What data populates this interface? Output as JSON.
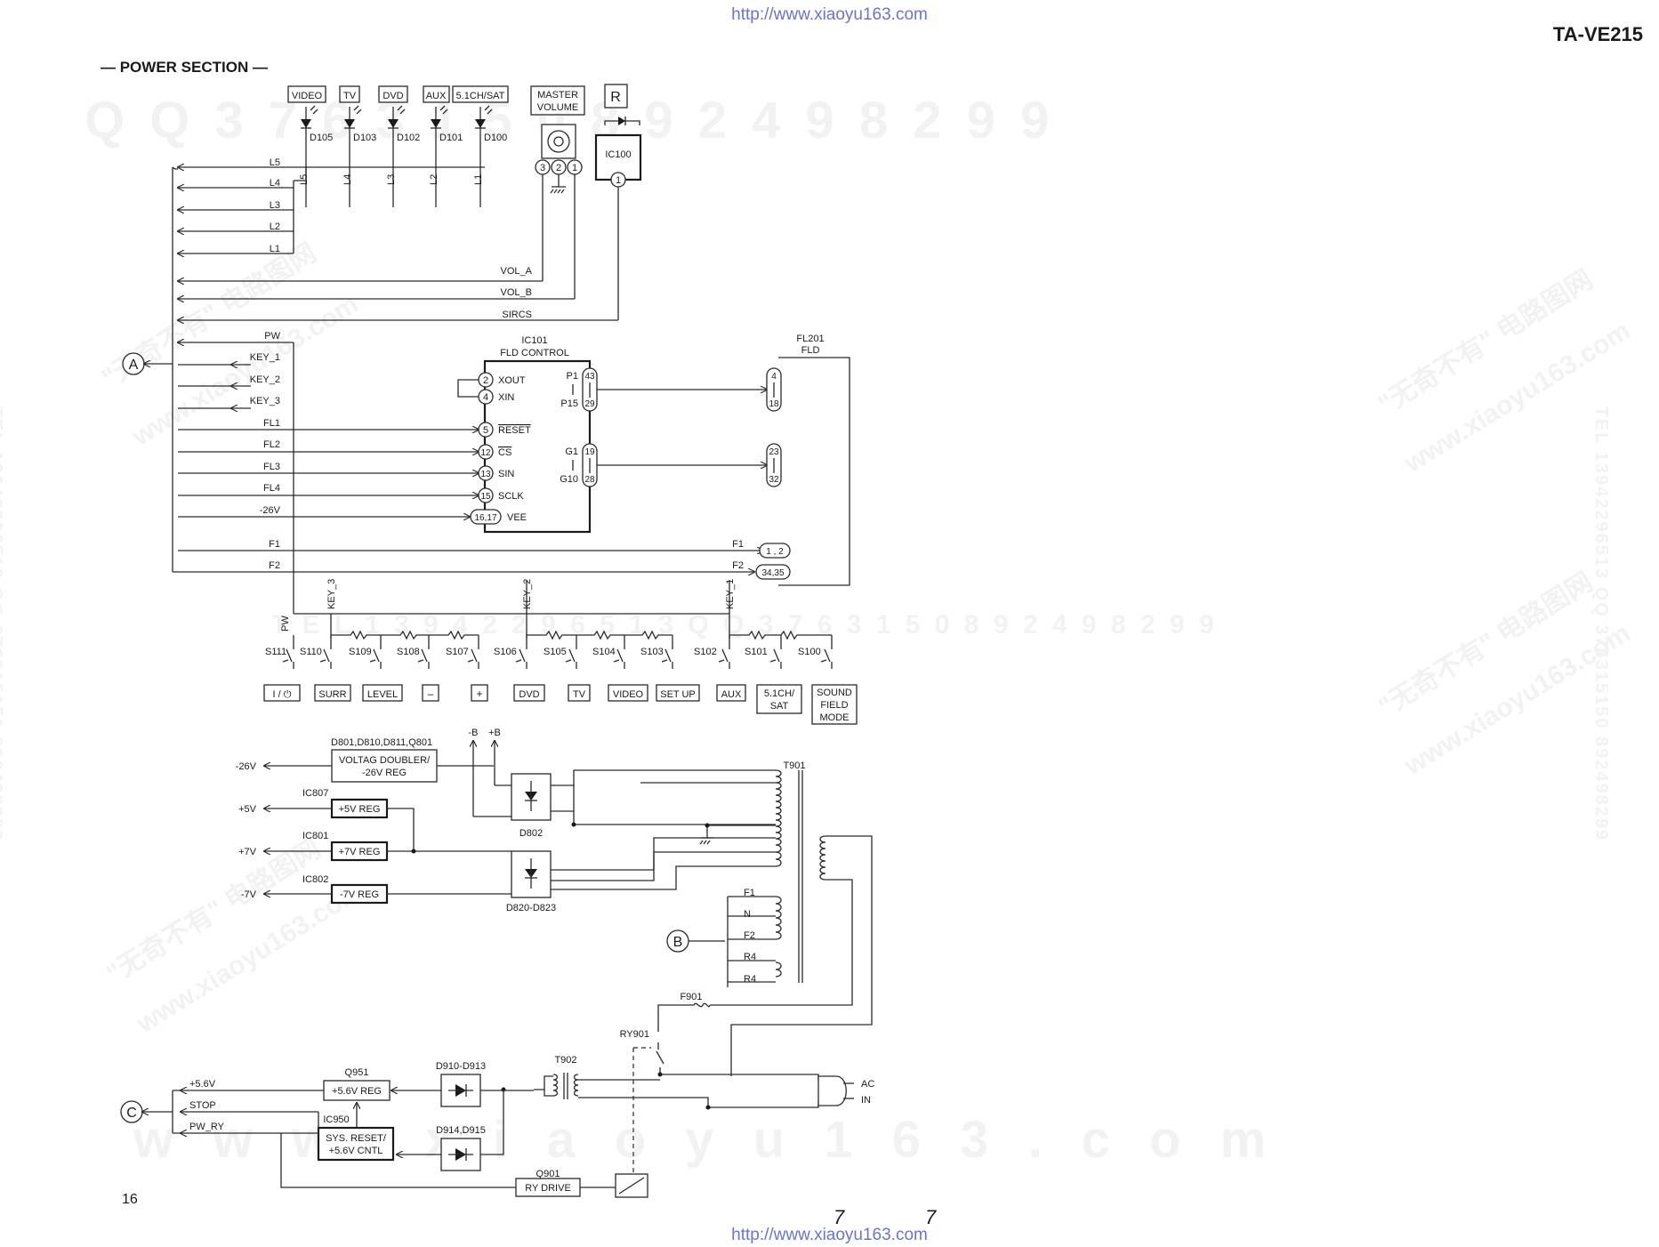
{
  "header": {
    "url": "http://www.xiaoyu163.com",
    "model": "TA-VE215"
  },
  "section_title": "— POWER SECTION —",
  "footer": {
    "page_number": "16",
    "mark": "7",
    "url": "http://www.xiaoyu163.com"
  },
  "watermarks": {
    "qq_row": "Q Q  3 7 6 3 1 5 0     8 9 2 4 9 8 2 9 9",
    "mid_row": "T E L  1 3 9 4 2 2 9 6 5 1 3    Q Q  3 7 6 3 1 5 0    8 9 2 4 9 8 2 9 9",
    "bottom_row": "w w w . x i a o y u 1 6 3 . c o m",
    "diag_cn": "\"无奇不有\" 电路图网",
    "diag_url": "www.xiaoyu163.com",
    "side_text": "TEL 13942296513  QQ 376315150  892498299"
  },
  "connectors": {
    "a": "A",
    "b": "B",
    "c": "C"
  },
  "leds": {
    "buttons": [
      "VIDEO",
      "TV",
      "DVD",
      "AUX",
      "5.1CH/SAT"
    ],
    "diodes": [
      "D105",
      "D103",
      "D102",
      "D101",
      "D100"
    ],
    "lines": [
      "L5",
      "L4",
      "L3",
      "L2",
      "L1"
    ]
  },
  "master_volume": {
    "label_1": "MASTER",
    "label_2": "VOLUME",
    "pins": [
      "3",
      "2",
      "1"
    ]
  },
  "ir": {
    "ref": "IC100",
    "pin": "1",
    "symbol": "R"
  },
  "bus_signals": [
    "L5",
    "L4",
    "L3",
    "L2",
    "L1",
    "VOL_A",
    "VOL_B",
    "SIRCS",
    "PW",
    "KEY_1",
    "KEY_2",
    "KEY_3",
    "FL1",
    "FL2",
    "FL3",
    "FL4",
    "-26V",
    "F1",
    "F2"
  ],
  "ic101": {
    "ref": "IC101",
    "title": "FLD CONTROL",
    "pins_left": [
      {
        "num": "2",
        "name": "XOUT"
      },
      {
        "num": "4",
        "name": "XIN"
      },
      {
        "num": "5",
        "name": "RESET"
      },
      {
        "num": "12",
        "name": "CS"
      },
      {
        "num": "13",
        "name": "SIN"
      },
      {
        "num": "15",
        "name": "SCLK"
      },
      {
        "num": "16,17",
        "name": "VEE"
      }
    ],
    "pins_right": [
      {
        "num": "43",
        "name": "P1"
      },
      {
        "num": "29",
        "name": "P15"
      },
      {
        "num": "19",
        "name": "G1"
      },
      {
        "num": "28",
        "name": "G10"
      }
    ]
  },
  "fl201": {
    "ref": "FL201",
    "title": "FLD",
    "pins": [
      "4",
      "18",
      "23",
      "32",
      "1 , 2",
      "34,35"
    ],
    "labels": [
      "F1",
      "F2"
    ]
  },
  "switches": {
    "keys": [
      "PW",
      "KEY_3",
      "KEY_2",
      "KEY_1"
    ],
    "refs": [
      "S111",
      "S110",
      "S109",
      "S108",
      "S107",
      "S106",
      "S105",
      "S104",
      "S103",
      "S102",
      "S101",
      "S100"
    ],
    "labels": [
      "I / ⏻",
      "SURR",
      "LEVEL",
      "–",
      "+",
      "DVD",
      "TV",
      "VIDEO",
      "SET UP",
      "AUX",
      "5.1CH/ SAT",
      "SOUND FIELD MODE"
    ]
  },
  "power_supply": {
    "doubler_ref": "D801,D810,D811,Q801",
    "doubler_label_1": "VOLTAG DOUBLER/",
    "doubler_label_2": "-26V REG",
    "out_m26": "-26V",
    "bplus": "+B",
    "bminus": "-B",
    "reg_5_ref": "IC807",
    "reg_5": "+5V REG",
    "out_5": "+5V",
    "reg_7_ref": "IC801",
    "reg_7": "+7V REG",
    "out_7": "+7V",
    "reg_m7_ref": "IC802",
    "reg_m7": "-7V REG",
    "out_m7": "-7V",
    "d802": "D802",
    "d820": "D820-D823",
    "t901": "T901",
    "b_lines": [
      "F1",
      "N",
      "F2",
      "R4",
      "R4"
    ],
    "f901": "F901",
    "ry901": "RY901",
    "t902": "T902",
    "ac_1": "AC",
    "ac_2": "IN"
  },
  "standby": {
    "outs": [
      "+5.6V",
      "STOP",
      "PW_RY"
    ],
    "q951": "Q951",
    "reg56": "+5.6V REG",
    "ic950": "IC950",
    "sys_1": "SYS. RESET/",
    "sys_2": "+5.6V CNTL",
    "d910": "D910-D913",
    "d914": "D914,D915",
    "q901": "Q901",
    "ry_drive": "RY DRIVE"
  }
}
